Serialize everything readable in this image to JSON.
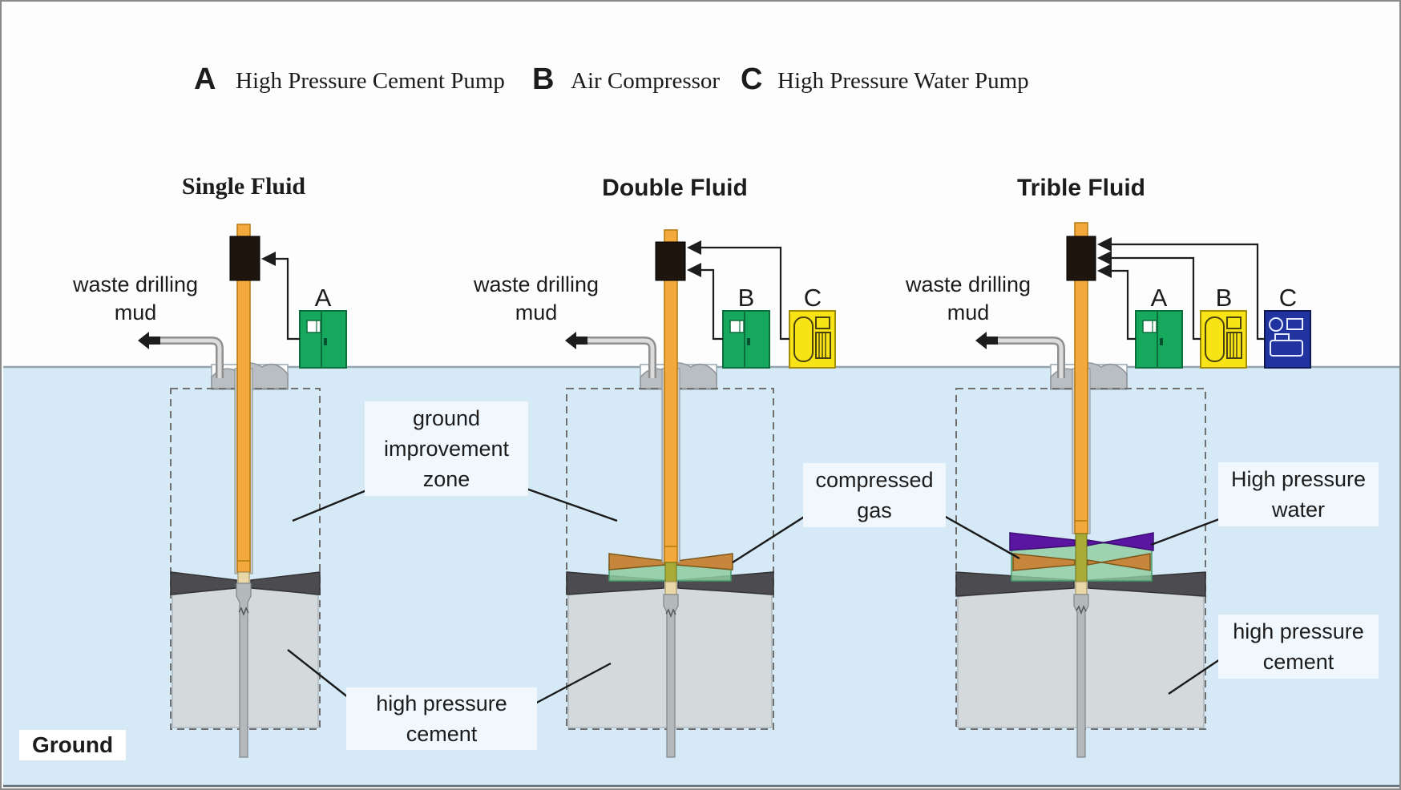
{
  "figure": {
    "type": "jet-grouting-methods-diagram",
    "ground_label": "Ground"
  },
  "legend": {
    "items": [
      {
        "key": "A",
        "label": "High Pressure Cement Pump"
      },
      {
        "key": "B",
        "label": "Air Compressor"
      },
      {
        "key": "C",
        "label": "High Pressure Water Pump"
      }
    ]
  },
  "diagrams": [
    {
      "title": "Single Fluid",
      "waste": {
        "l1": "waste drilling",
        "l2": "mud"
      },
      "machines": [
        {
          "key": "A",
          "type": "cement-pump"
        }
      ]
    },
    {
      "title": "Double Fluid",
      "waste": {
        "l1": "waste drilling",
        "l2": "mud"
      },
      "machines": [
        {
          "key": "B",
          "type": "cement-pump-cabinet"
        },
        {
          "key": "C",
          "type": "air-compressor"
        }
      ]
    },
    {
      "title": "Trible Fluid",
      "waste": {
        "l1": "waste drilling",
        "l2": "mud"
      },
      "machines": [
        {
          "key": "A",
          "type": "cement-pump-cabinet"
        },
        {
          "key": "B",
          "type": "air-compressor"
        },
        {
          "key": "C",
          "type": "water-pump"
        }
      ]
    }
  ],
  "annotations": {
    "ground_improvement_zone": {
      "l1": "ground",
      "l2": "improvement",
      "l3": "zone"
    },
    "compressed_gas": {
      "l1": "compressed",
      "l2": "gas"
    },
    "high_pressure_water": {
      "l1": "High pressure",
      "l2": "water"
    },
    "high_pressure_cement_left": {
      "l1": "high pressure",
      "l2": "cement"
    },
    "high_pressure_cement_right": {
      "l1": "high pressure",
      "l2": "cement"
    }
  },
  "colors": {
    "ground_blue": "#d5eaf6",
    "cement_gray": "#d4d9dc",
    "jet_wing_dark": "#4c4c50",
    "rod_orange": "#f3a93c",
    "jet_green_slurry": "#8ecda0",
    "jet_brown_gas": "#c6873c",
    "jet_purple_water": "#5a16a0",
    "machine_green": "#16a85c",
    "machine_yellow": "#f8e416",
    "machine_blue": "#20339e",
    "annotation_box_bg": "#f1f8fd"
  }
}
